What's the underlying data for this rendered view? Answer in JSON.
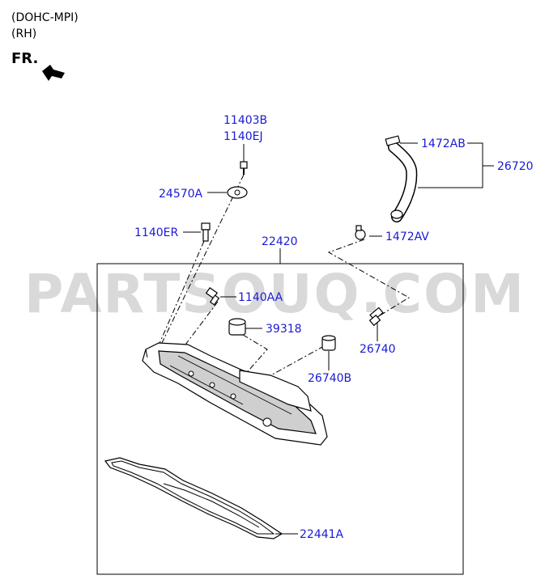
{
  "header": {
    "engine": "(DOHC-MPI)",
    "side": "(RH)",
    "front_label": "FR.",
    "front_arrow_icon": "arrow-down-left-icon"
  },
  "watermark": "PARTSOUQ.COM",
  "parts": {
    "p11403B": "11403B",
    "p1140EJ": "1140EJ",
    "p24570A": "24570A",
    "p1140ER": "1140ER",
    "p22420": "22420",
    "p1140AA": "1140AA",
    "p39318": "39318",
    "p1472AB": "1472AB",
    "p26720": "26720",
    "p1472AV": "1472AV",
    "p26740": "26740",
    "p26740B": "26740B",
    "p22441A": "22441A"
  },
  "colors": {
    "label": "#1a1ad6",
    "watermark": "#d9d9d9"
  }
}
